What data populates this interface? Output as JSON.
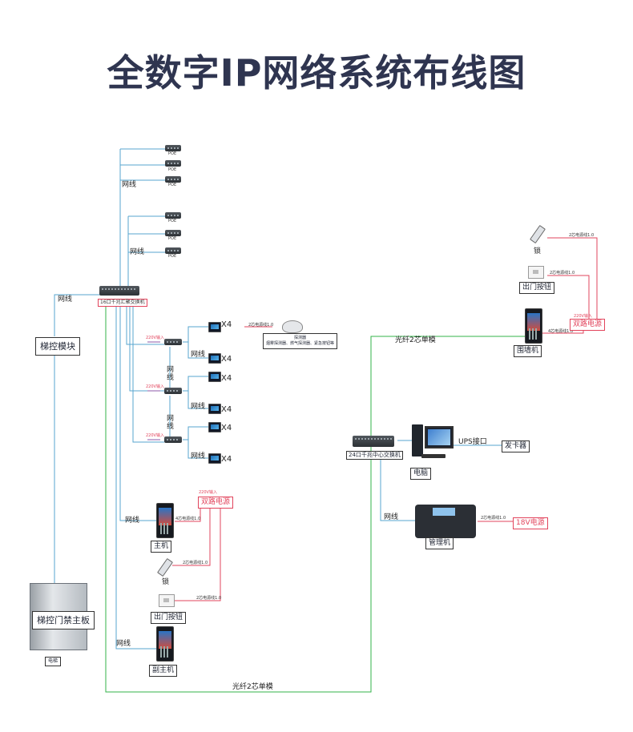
{
  "title": "全数字IP网络系统布线图",
  "labels": {
    "wangxian": "网线",
    "x4": "X4",
    "x4_2": "X4",
    "x4_3": "X4",
    "x4_4": "X4",
    "x4_5": "X4",
    "x4_6": "X4",
    "wang_v": "网",
    "xian_v": "线",
    "wang_v2": "网",
    "xian_v2": "线",
    "fiber_top": "光纤2芯单模",
    "fiber_bottom": "光纤2芯单模",
    "ups": "UPS接口",
    "core4_1": "4芯电源线1.0",
    "core4_2": "4芯电源线1.0",
    "core2_det": "2芯电源线1.0",
    "core2_lock": "2芯电源线1.0",
    "core2_btn": "2芯电源线1.0",
    "core2_lock_r": "2芯电源线1.0",
    "core2_btn_r": "2芯电源线1.0",
    "core2_phone": "2芯电源线1.0",
    "ac220": "220V输入",
    "ac220_2": "220V输入",
    "ac220_3": "220V输入",
    "ac220_4": "220V输入",
    "ac220_5": "220V输入",
    "poe": "POE",
    "detector_name": "探测器",
    "detector_desc": "烟雾探测器、燃气探测器、紧急按钮等"
  },
  "boxes": {
    "switch16": "16口千兆汇聚交换机",
    "elevator_module": "梯控模块",
    "elevator_board": "梯控门禁主板",
    "elevator": "电梯",
    "main_unit": "主机",
    "lock": "锁",
    "exit_button": "出门按钮",
    "sub_main": "副主机",
    "dual_power": "双路电源",
    "switch24": "24口千兆中心交换机",
    "computer": "电脑",
    "card_issuer": "发卡器",
    "manager": "管理机",
    "power18v": "18V电源",
    "wall_unit": "围墙机",
    "lock_r": "锁",
    "exit_button_r": "出门按钮",
    "dual_power_r": "双路电源"
  },
  "colors": {
    "network_line": "#57a6cf",
    "power_line": "#e2445c",
    "fiber_line": "#33b34a",
    "title": "#2f3550"
  }
}
